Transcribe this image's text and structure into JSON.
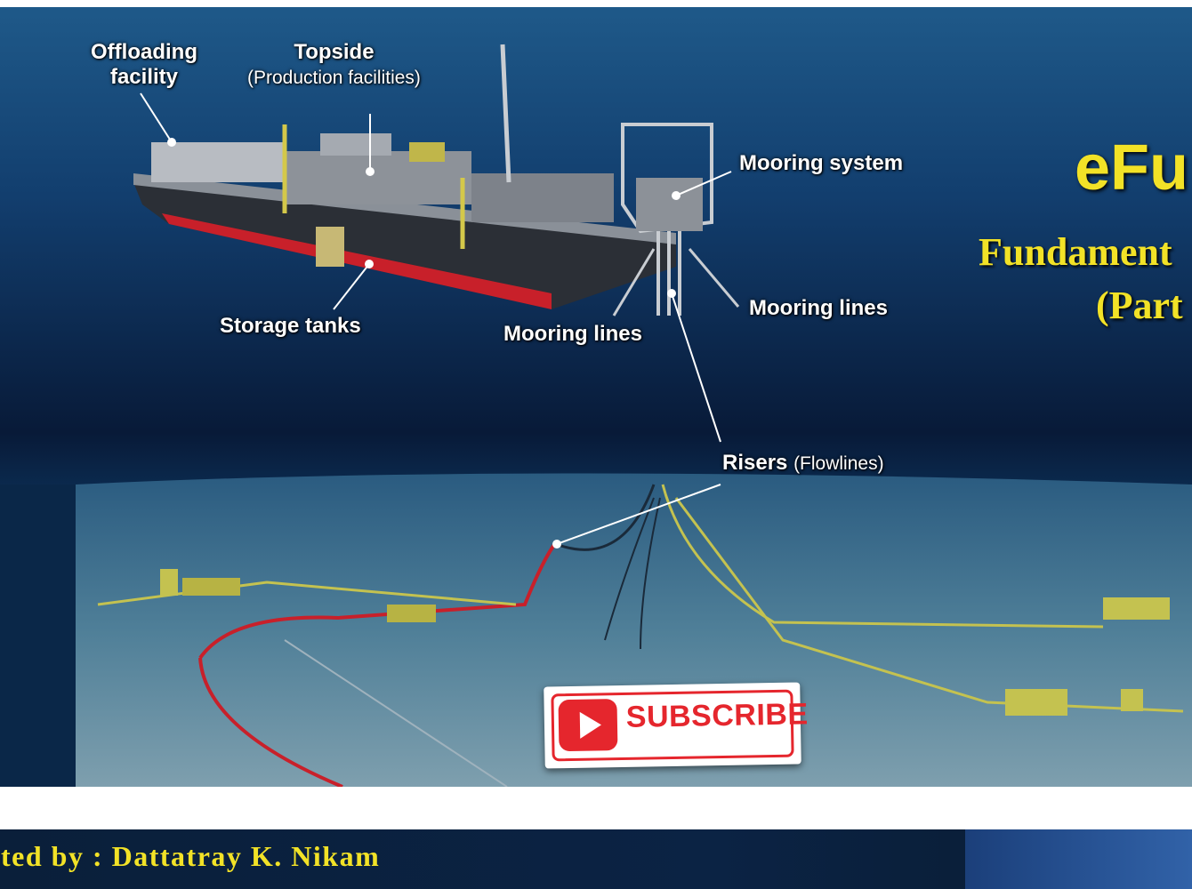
{
  "labels": {
    "offloading_line1": "Offloading",
    "offloading_line2": "facility",
    "topside": "Topside",
    "topside_sub": "(Production facilities)",
    "mooring_system": "Mooring system",
    "mooring_lines_right": "Mooring lines",
    "mooring_lines_center": "Mooring lines",
    "storage_tanks": "Storage tanks",
    "risers": "Risers",
    "risers_sub": "(Flowlines)"
  },
  "brand": {
    "title": "eFu",
    "course_line1": "Fundament",
    "course_line2": "(Part"
  },
  "subscribe": {
    "label": "SUBSCRIBE",
    "icon": "play-icon"
  },
  "footer": {
    "presenter": "ented by : Dattatray K. Nikam"
  },
  "colors": {
    "brand_yellow": "#f2e227",
    "subscribe_red": "#e5262d",
    "ocean_dark": "#071a38",
    "hull_red": "#c8202a"
  }
}
